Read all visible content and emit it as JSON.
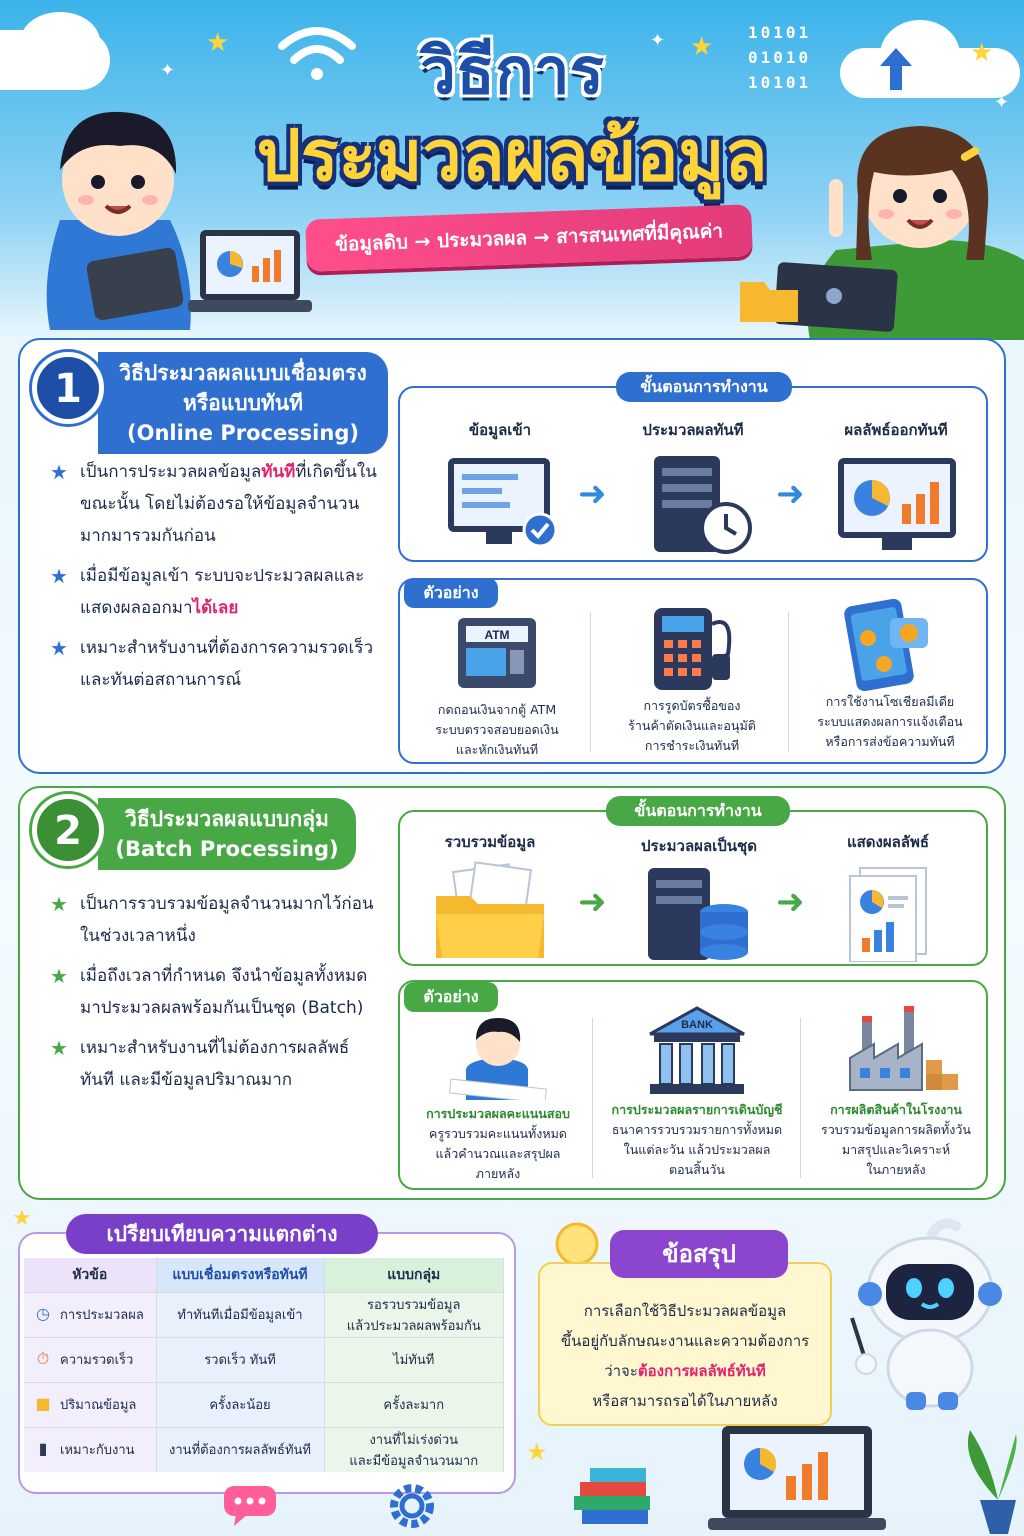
{
  "header": {
    "title_line1": "วิธีการ",
    "title_line2": "ประมวลผลข้อมูล",
    "subtitle": "ข้อมูลดิบ → ประมวลผล → สารสนเทศที่มีคุณค่า",
    "binary": [
      "10101",
      "01010",
      "10101"
    ]
  },
  "online": {
    "number": "1",
    "title_th": "วิธีประมวลผลแบบเชื่อมตรงหรือแบบทันที",
    "title_en": "(Online Processing)",
    "bullets": [
      {
        "pre": "เป็นการประมวลผลข้อมูล",
        "hl": "ทันที",
        "post": "ที่เกิดขึ้นในขณะนั้น โดยไม่ต้องรอให้ข้อมูลจำนวนมากมารวมกันก่อน"
      },
      {
        "pre": "เมื่อมีข้อมูลเข้า ระบบจะประมวลผลและแสดงผลออกมา",
        "hl": "ได้เลย",
        "post": ""
      },
      {
        "pre": "เหมาะสำหรับงานที่ต้องการความรวดเร็วและทันต่อสถานการณ์",
        "hl": "",
        "post": ""
      }
    ],
    "steps_label": "ขั้นตอนการทำงาน",
    "steps": [
      "ข้อมูลเข้า",
      "ประมวลผลทันที",
      "ผลลัพธ์ออกทันที"
    ],
    "example_label": "ตัวอย่าง",
    "atm_text": "ATM",
    "examples": [
      [
        "กดถอนเงินจากตู้ ATM",
        "ระบบตรวจสอบยอดเงิน",
        "และหักเงินทันที"
      ],
      [
        "การรูดบัตรซื้อของ",
        "ร้านค้าตัดเงินและอนุมัติ",
        "การชำระเงินทันที"
      ],
      [
        "การใช้งานโซเชียลมีเดีย",
        "ระบบแสดงผลการแจ้งเตือน",
        "หรือการส่งข้อความทันที"
      ]
    ]
  },
  "batch": {
    "number": "2",
    "title_th": "วิธีประมวลผลแบบกลุ่ม",
    "title_en": "(Batch Processing)",
    "bullets": [
      {
        "pre": "เป็นการรวบรวมข้อมูลจำนวนมากไว้ก่อนในช่วงเวลาหนึ่ง",
        "hl": "",
        "post": ""
      },
      {
        "pre": "เมื่อถึงเวลาที่กำหนด จึงนำข้อมูลทั้งหมดมาประมวลผลพร้อมกันเป็นชุด (Batch)",
        "hl": "",
        "post": ""
      },
      {
        "pre": "เหมาะสำหรับงานที่ไม่ต้องการผลลัพธ์ทันที และมีข้อมูลปริมาณมาก",
        "hl": "",
        "post": ""
      }
    ],
    "steps_label": "ขั้นตอนการทำงาน",
    "steps": [
      "รวบรวมข้อมูล",
      "ประมวลผลเป็นชุด",
      "แสดงผลลัพธ์"
    ],
    "example_label": "ตัวอย่าง",
    "bank_text": "BANK",
    "examples": [
      {
        "title": "การประมวลผลคะแนนสอบ",
        "lines": [
          "ครูรวบรวมคะแนนทั้งหมด",
          "แล้วคำนวณและสรุปผล",
          "ภายหลัง"
        ]
      },
      {
        "title": "การประมวลผลรายการเดินบัญชี",
        "lines": [
          "ธนาคารรวบรวมรายการทั้งหมด",
          "ในแต่ละวัน แล้วประมวลผล",
          "ตอนสิ้นวัน"
        ]
      },
      {
        "title": "การผลิตสินค้าในโรงงาน",
        "lines": [
          "รวบรวมข้อมูลการผลิตทั้งวัน",
          "มาสรุปและวิเคราะห์",
          "ในภายหลัง"
        ]
      }
    ]
  },
  "compare": {
    "title": "เปรียบเทียบความแตกต่าง",
    "headers": [
      "หัวข้อ",
      "แบบเชื่อมตรงหรือทันที",
      "แบบกลุ่ม"
    ],
    "rows": [
      {
        "icon": "clock-icon",
        "topic": "การประมวลผล",
        "online": "ทำทันทีเมื่อมีข้อมูลเข้า",
        "batch": [
          "รอรวบรวมข้อมูล",
          "แล้วประมวลผลพร้อมกัน"
        ]
      },
      {
        "icon": "timer-icon",
        "topic": "ความรวดเร็ว",
        "online": "รวดเร็ว ทันที",
        "batch": [
          "ไม่ทันที"
        ]
      },
      {
        "icon": "folder-icon",
        "topic": "ปริมาณข้อมูล",
        "online": "ครั้งละน้อย",
        "batch": [
          "ครั้งละมาก"
        ]
      },
      {
        "icon": "server-icon",
        "topic": "เหมาะกับงาน",
        "online": "งานที่ต้องการผลลัพธ์ทันที",
        "batch": [
          "งานที่ไม่เร่งด่วน",
          "และมีข้อมูลจำนวนมาก"
        ]
      }
    ]
  },
  "summary": {
    "title": "ข้อสรุป",
    "line1": "การเลือกใช้วิธีประมวลผลข้อมูล",
    "line2": "ขึ้นอยู่กับลักษณะงานและความต้องการ",
    "line3_pre": "ว่าจะ",
    "line3_hl": "ต้องการผลลัพธ์ทันที",
    "line4": "หรือสามารถรอได้ในภายหลัง"
  },
  "colors": {
    "online_blue": "#2f6fd0",
    "batch_green": "#48a845",
    "highlight_pink": "#e0246e",
    "compare_purple": "#7a3fc9",
    "title_yellow": "#ffd43b"
  }
}
